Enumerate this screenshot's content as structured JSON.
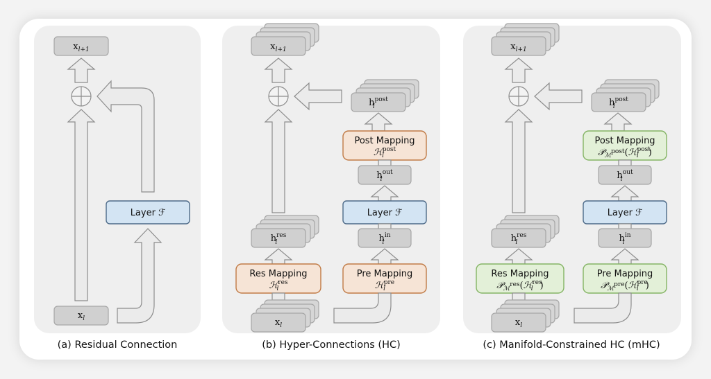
{
  "captions": {
    "a": "(a) Residual Connection",
    "b": "(b) Hyper-Connections (HC)",
    "c": "(c) Manifold-Constrained HC (mHC)"
  },
  "nodes": {
    "x_next": {
      "base": "x",
      "sub": "l+1"
    },
    "x_l": {
      "base": "x",
      "sub": "l"
    },
    "h_post": {
      "base": "h",
      "sub": "l",
      "sup": "post"
    },
    "h_out": {
      "base": "h",
      "sub": "l",
      "sup": "out"
    },
    "h_in": {
      "base": "h",
      "sub": "l",
      "sup": "in"
    },
    "h_res": {
      "base": "h",
      "sub": "l",
      "sup": "res"
    },
    "layer": "Layer ℱ"
  },
  "hc": {
    "post_title": "Post Mapping",
    "post_formula": {
      "base": "ℋ",
      "sub": "l",
      "sup": "post"
    },
    "res_title": "Res Mapping",
    "res_formula": {
      "base": "ℋ",
      "sub": "l",
      "sup": "res"
    },
    "pre_title": "Pre Mapping",
    "pre_formula": {
      "base": "ℋ",
      "sub": "l",
      "sup": "pre"
    }
  },
  "mhc": {
    "post_title": "Post Mapping",
    "post_formula": "𝒫ₘᵖᵒˢᵗ(ℋₗᵖᵒˢᵗ)",
    "post_formula_parts": {
      "proj": "𝒫",
      "manifold": "ℳ",
      "msup": "post",
      "h": "ℋ",
      "hsub": "l",
      "hsup": "post"
    },
    "res_title": "Res Mapping",
    "res_formula_parts": {
      "proj": "𝒫",
      "manifold": "ℳ",
      "msup": "res",
      "h": "ℋ",
      "hsub": "l",
      "hsup": "res"
    },
    "pre_title": "Pre Mapping",
    "pre_formula_parts": {
      "proj": "𝒫",
      "manifold": "ℳ",
      "msup": "pre",
      "h": "ℋ",
      "hsub": "l",
      "hsup": "pre"
    }
  },
  "colors": {
    "layer_fill": "#d3e4f3",
    "layer_stroke": "#4d6a88",
    "hc_mapping_fill": "#f6e4d6",
    "hc_mapping_stroke": "#c07a45",
    "mhc_mapping_fill": "#e3f0d8",
    "mhc_mapping_stroke": "#84b464",
    "stream_box_fill": "#d0d0d0"
  }
}
